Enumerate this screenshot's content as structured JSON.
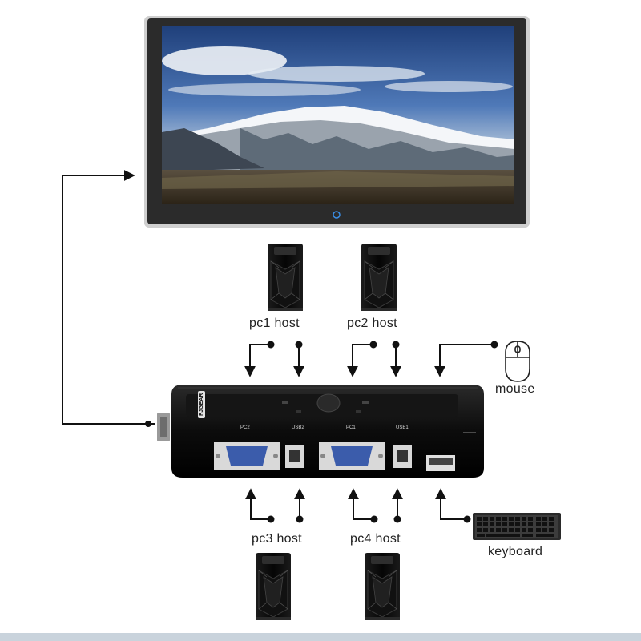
{
  "labels": {
    "pc1": "pc1 host",
    "pc2": "pc2 host",
    "pc3": "pc3 host",
    "pc4": "pc4 host",
    "mouse": "mouse",
    "keyboard": "keyboard"
  },
  "switch_box": {
    "brand": "FJGEAR",
    "port_labels": [
      "PC2",
      "USB2",
      "PC1",
      "USB1"
    ]
  },
  "colors": {
    "arrow": "#111111",
    "device_body": "#0e0e0e",
    "monitor_frame": "#2b2b2b"
  }
}
